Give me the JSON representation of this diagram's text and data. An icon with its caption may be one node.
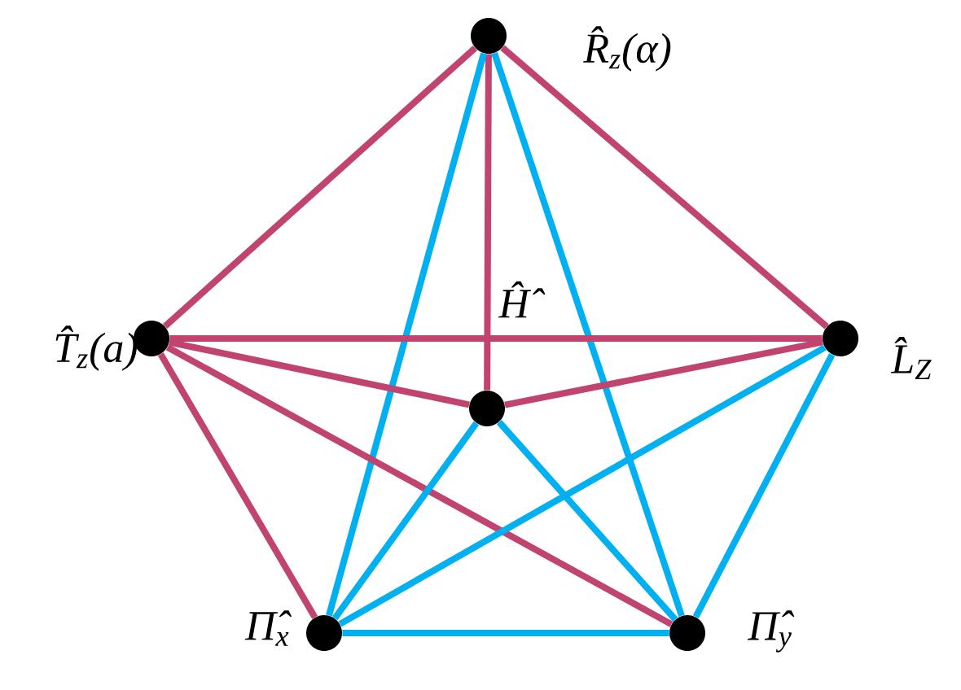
{
  "diagram": {
    "nodes": [
      {
        "text": [],
        "shape": "circle",
        "beside": [
          "R̂$_{z}$(α)"
        ]
      },
      {
        "text": [],
        "shape": "circle",
        "beside": [
          "T̂$_{z}$(a)"
        ]
      },
      {
        "text": [],
        "shape": "circle",
        "beside": [
          "L̂$_{Z}$"
        ]
      },
      {
        "text": [],
        "shape": "circle",
        "beside": [
          "Ĥ̂"
        ]
      },
      {
        "text": [],
        "shape": "circle",
        "beside": [
          "Π̂$_{x}$"
        ]
      },
      {
        "text": [],
        "shape": "circle",
        "beside": [
          "Π̂$_{y}$"
        ]
      }
    ],
    "edges": [
      {
        "from": 0,
        "to": 1,
        "arrow": "none"
      },
      {
        "from": 0,
        "to": 2,
        "arrow": "none"
      },
      {
        "from": 0,
        "to": 3,
        "arrow": "none"
      },
      {
        "from": 0,
        "to": 4,
        "arrow": "none",
        "color": "#00b0f0"
      },
      {
        "from": 0,
        "to": 5,
        "arrow": "none",
        "color": "#00b0f0"
      },
      {
        "from": 1,
        "to": 2,
        "arrow": "none"
      },
      {
        "from": 1,
        "to": 3,
        "arrow": "none"
      },
      {
        "from": 1,
        "to": 4,
        "arrow": "none"
      },
      {
        "from": 1,
        "to": 5,
        "arrow": "none"
      },
      {
        "from": 2,
        "to": 3,
        "arrow": "none"
      },
      {
        "from": 2,
        "to": 4,
        "arrow": "none",
        "color": "#00b0f0"
      },
      {
        "from": 2,
        "to": 5,
        "arrow": "none",
        "color": "#00b0f0"
      },
      {
        "from": 3,
        "to": 4,
        "arrow": "none",
        "color": "#00b0f0"
      },
      {
        "from": 3,
        "to": 5,
        "arrow": "none",
        "color": "#00b0f0"
      },
      {
        "from": 4,
        "to": 5,
        "arrow": "none",
        "color": "#00b0f0"
      }
    ]
  }
}
